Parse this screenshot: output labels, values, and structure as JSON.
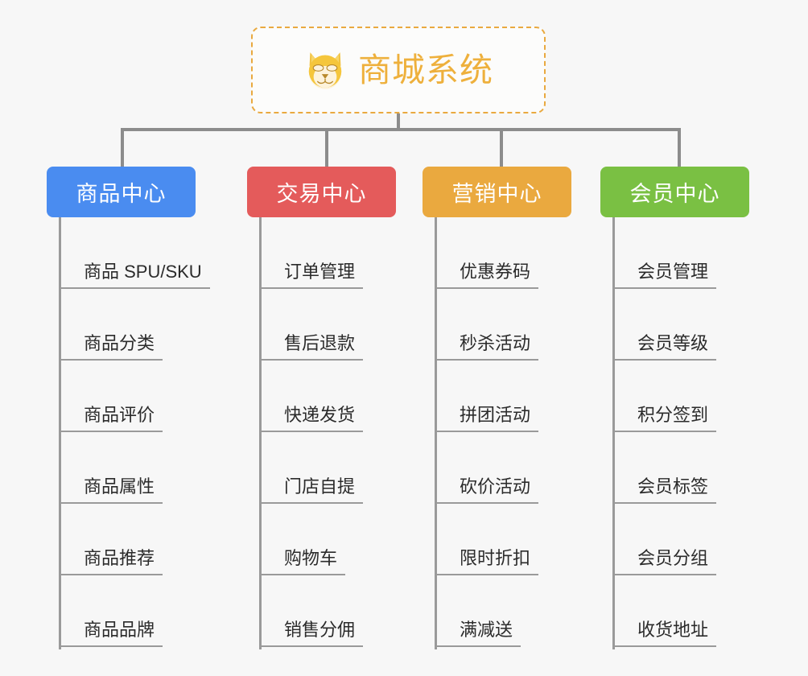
{
  "root": {
    "title": "商城系统",
    "icon": "shiba-dog-icon",
    "border_color": "#e9a93f",
    "text_color": "#eeb03c"
  },
  "connector_color": "#8c8c8c",
  "columns": [
    {
      "id": "product-center",
      "label": "商品中心",
      "color": "#4a8cf0",
      "items": [
        "商品 SPU/SKU",
        "商品分类",
        "商品评价",
        "商品属性",
        "商品推荐",
        "商品品牌"
      ]
    },
    {
      "id": "trade-center",
      "label": "交易中心",
      "color": "#e45b5b",
      "items": [
        "订单管理",
        "售后退款",
        "快递发货",
        "门店自提",
        "购物车",
        "销售分佣"
      ]
    },
    {
      "id": "marketing-center",
      "label": "营销中心",
      "color": "#eaa93f",
      "items": [
        "优惠券码",
        "秒杀活动",
        "拼团活动",
        "砍价活动",
        "限时折扣",
        "满减送"
      ]
    },
    {
      "id": "member-center",
      "label": "会员中心",
      "color": "#7ac043",
      "items": [
        "会员管理",
        "会员等级",
        "积分签到",
        "会员标签",
        "会员分组",
        "收货地址"
      ]
    }
  ]
}
